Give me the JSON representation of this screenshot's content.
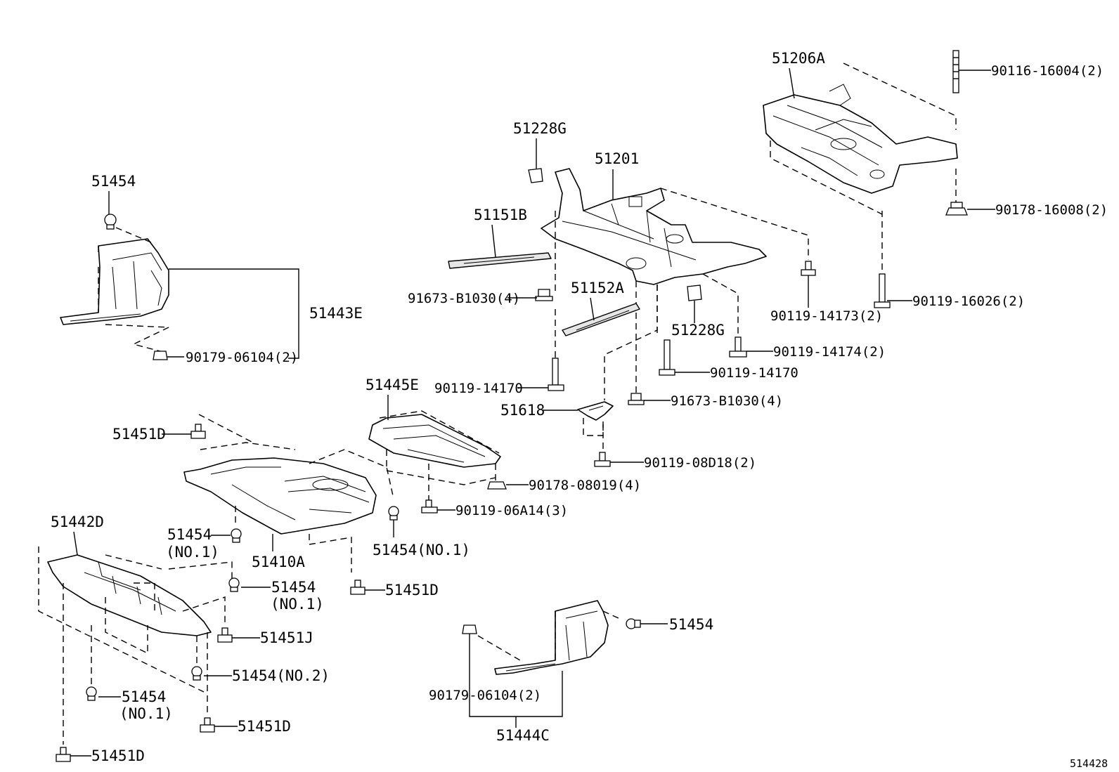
{
  "labels": {
    "p51206A": "51206A",
    "p90116_16004": "90116-16004(2)",
    "p90178_16008": "90178-16008(2)",
    "p90119_16026": "90119-16026(2)",
    "p51228G_top": "51228G",
    "p51201": "51201",
    "p51151B": "51151B",
    "p91673_B1030_a": "91673-B1030(4)",
    "p51152A": "51152A",
    "p51228G_mid": "51228G",
    "p90119_14173": "90119-14173(2)",
    "p90119_14174": "90119-14174(2)",
    "p90119_14170_r": "90119-14170",
    "p90119_14170_l": "90119-14170",
    "p91673_B1030_b": "91673-B1030(4)",
    "p51618": "51618",
    "p90119_08D18": "90119-08D18(2)",
    "p51454_top": "51454",
    "p51443E": "51443E",
    "p90179_06104_top": "90179-06104(2)",
    "p51445E": "51445E",
    "p51451D_a": "51451D",
    "p90178_08019": "90178-08019(4)",
    "p90119_06A14": "90119-06A14(3)",
    "p51442D": "51442D",
    "p51454_no1_a": "51454",
    "p51454_no1_a_sub": "(NO.1)",
    "p51410A": "51410A",
    "p51454_no1_b": "51454(NO.1)",
    "p51451D_b": "51451D",
    "p51454_no1_c": "51454",
    "p51454_no1_c_sub": "(NO.1)",
    "p51451J": "51451J",
    "p51454_no2": "51454(NO.2)",
    "p51454_no1_d": "51454",
    "p51454_no1_d_sub": "(NO.1)",
    "p51451D_c": "51451D",
    "p51451D_d": "51451D",
    "p51454_right": "51454",
    "p90179_06104_bot": "90179-06104(2)",
    "p51444C": "51444C",
    "diagram_code": "514428"
  }
}
